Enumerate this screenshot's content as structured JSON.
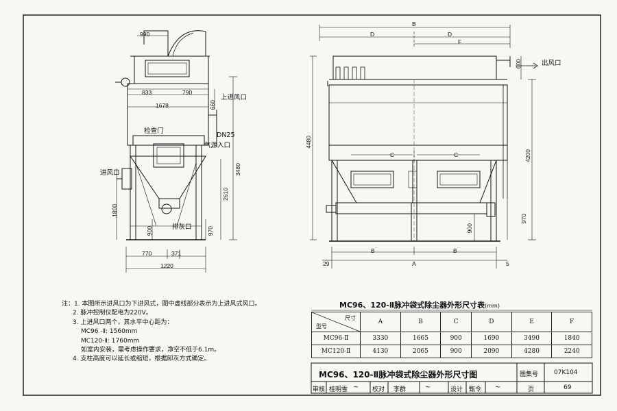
{
  "side_view": {
    "dims": {
      "top_width": "990",
      "d833": "833",
      "d790": "790",
      "width_1678": "1678",
      "d660": "660",
      "d3480": "3480",
      "d2610": "2610",
      "d1800": "1800",
      "d900": "900",
      "d970": "970",
      "d770": "770",
      "d371": "371",
      "d1220": "1220"
    },
    "labels": {
      "upper_inlet": "上进风口",
      "inspection_door": "检查门",
      "dn25": "DN25",
      "air_inlet": "气源入口",
      "inlet": "进风口",
      "ash_outlet": "排灰口"
    }
  },
  "front_view": {
    "dims": {
      "B_top": "B",
      "D_left": "D",
      "D_right": "D",
      "F": "F",
      "d600": "600",
      "d4480": "4480",
      "d4200": "4200",
      "C_left": "C",
      "C_right": "C",
      "d900": "900",
      "d970": "970",
      "B_left": "B",
      "B_right": "B",
      "A": "A",
      "d29": "29",
      "d5": "5"
    },
    "labels": {
      "outlet": "出风口"
    }
  },
  "notes": [
    "注：1. 本图所示进风口为下进风式，图中虚线部分表示为上进风式风口。",
    "2. 脉冲控制仪配电为220V。",
    "3. 上进风口两个，其水平中心距为：",
    "MC96 -Ⅱ: 1560mm",
    "MC120-Ⅱ: 1760mm",
    "如室内安装，需考虑操作要求，净空不低于6.1m。",
    "4. 支柱高度可以延长或缩短，根据卸灰方式确定。"
  ],
  "table": {
    "title": "MC96、120-Ⅱ脉冲袋式除尘器外形尺寸表",
    "unit": "(mm)",
    "header_corner_top": "尺寸",
    "header_corner_bottom": "型号",
    "columns": [
      "A",
      "B",
      "C",
      "D",
      "E",
      "F"
    ],
    "rows": [
      {
        "model": "MC96-Ⅱ",
        "values": [
          "3330",
          "1665",
          "900",
          "1690",
          "3490",
          "1840"
        ]
      },
      {
        "model": "MC120-Ⅱ",
        "values": [
          "4130",
          "2065",
          "900",
          "2090",
          "4280",
          "2240"
        ]
      }
    ]
  },
  "title_block": {
    "drawing_title": "MC96、120-Ⅱ脉冲袋式除尘器外形尺寸图",
    "atlas_label": "图集号",
    "atlas_no": "07K104",
    "review_label": "审核",
    "reviewer": "桂明雪",
    "check_label": "校对",
    "checker": "李群",
    "design_label": "设计",
    "designer": "甄令",
    "page_label": "页",
    "page_no": "69"
  }
}
